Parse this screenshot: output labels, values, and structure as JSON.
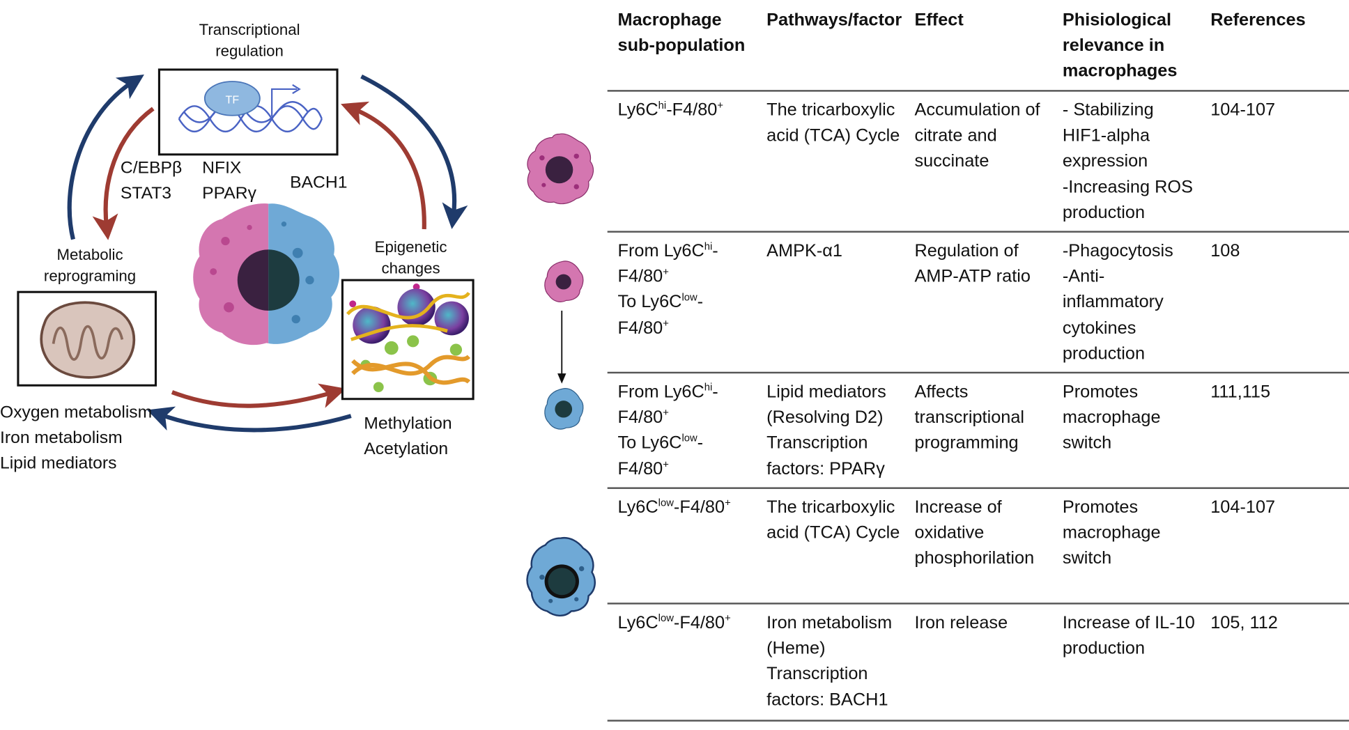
{
  "diagram": {
    "transcriptional_regulation": [
      "Transcriptional",
      "regulation"
    ],
    "tf_label": "TF",
    "metabolic_reprograming": [
      "Metabolic",
      "reprograming"
    ],
    "epigenetic_changes": [
      "Epigenetic",
      "changes"
    ],
    "factors_left": [
      "C/EBPβ",
      "STAT3"
    ],
    "factors_mid": [
      "NFIX",
      "PPARγ"
    ],
    "factor_right": "BACH1",
    "metabolism_list": [
      "Oxygen metabolism",
      "Iron metabolism",
      "Lipid mediators"
    ],
    "epigenetic_list": [
      "Methylation",
      "Acetylation"
    ],
    "colors": {
      "red_arrow": "#9e3b32",
      "blue_arrow": "#1f3b6b",
      "pink_cell": "#d476b0",
      "blue_cell": "#6fa9d6"
    }
  },
  "table": {
    "headers": [
      [
        "Macrophage",
        "sub-population"
      ],
      [
        "Pathways/factor"
      ],
      [
        "Effect"
      ],
      [
        "Phisiological",
        "relevance in",
        "macrophages"
      ],
      [
        "References"
      ]
    ],
    "rows": [
      {
        "subpop": [
          {
            "pre": "Ly6C",
            "sup": "hi",
            "mid": "-F4/80",
            "sup2": "+"
          }
        ],
        "pathway": [
          "The tricarboxylic",
          "acid (TCA) Cycle"
        ],
        "effect": [
          "Accumulation of",
          "citrate and",
          "succinate"
        ],
        "relevance": [
          "- Stabilizing",
          "HIF1-alpha",
          "expression",
          "-Increasing ROS",
          "production"
        ],
        "refs": "104-107"
      },
      {
        "subpop": [
          {
            "pre": "From Ly6C",
            "sup": "hi",
            "mid": "-",
            "sup2": ""
          },
          {
            "pre": "F4/80",
            "sup": "+",
            "mid": "",
            "sup2": ""
          },
          {
            "pre": "To Ly6C",
            "sup": "low",
            "mid": "-",
            "sup2": ""
          },
          {
            "pre": "F4/80",
            "sup": "+",
            "mid": "",
            "sup2": ""
          }
        ],
        "pathway": [
          "AMPK-α1"
        ],
        "effect": [
          "Regulation of",
          "AMP-ATP ratio"
        ],
        "relevance": [
          "-Phagocytosis",
          "-Anti-",
          "inflammatory",
          "cytokines",
          "production"
        ],
        "refs": "108"
      },
      {
        "subpop": [
          {
            "pre": "From Ly6C",
            "sup": "hi",
            "mid": "-",
            "sup2": ""
          },
          {
            "pre": "F4/80",
            "sup": "+",
            "mid": "",
            "sup2": ""
          },
          {
            "pre": "To Ly6C",
            "sup": "low",
            "mid": "-",
            "sup2": ""
          },
          {
            "pre": "F4/80",
            "sup": "+",
            "mid": "",
            "sup2": ""
          }
        ],
        "pathway": [
          "Lipid mediators",
          "(Resolving D2)",
          "Transcription",
          "factors: PPARγ"
        ],
        "effect": [
          "Affects",
          "transcriptional",
          "programming"
        ],
        "relevance": [
          "Promotes",
          "macrophage",
          "switch"
        ],
        "refs": "111,115"
      },
      {
        "subpop": [
          {
            "pre": "Ly6C",
            "sup": "low",
            "mid": "-F4/80",
            "sup2": "+"
          }
        ],
        "pathway": [
          "The tricarboxylic",
          "acid (TCA) Cycle"
        ],
        "effect": [
          "Increase of",
          "oxidative",
          "phosphorilation"
        ],
        "relevance": [
          "Promotes",
          "macrophage",
          "switch"
        ],
        "refs": "104-107"
      },
      {
        "subpop": [
          {
            "pre": "Ly6C",
            "sup": "low",
            "mid": "-F4/80",
            "sup2": "+"
          }
        ],
        "pathway": [
          "Iron metabolism",
          "(Heme)",
          "Transcription",
          "factors: BACH1"
        ],
        "effect": [
          "Iron release"
        ],
        "relevance": [
          "Increase of IL-10",
          "production"
        ],
        "refs": "105, 112"
      }
    ]
  }
}
